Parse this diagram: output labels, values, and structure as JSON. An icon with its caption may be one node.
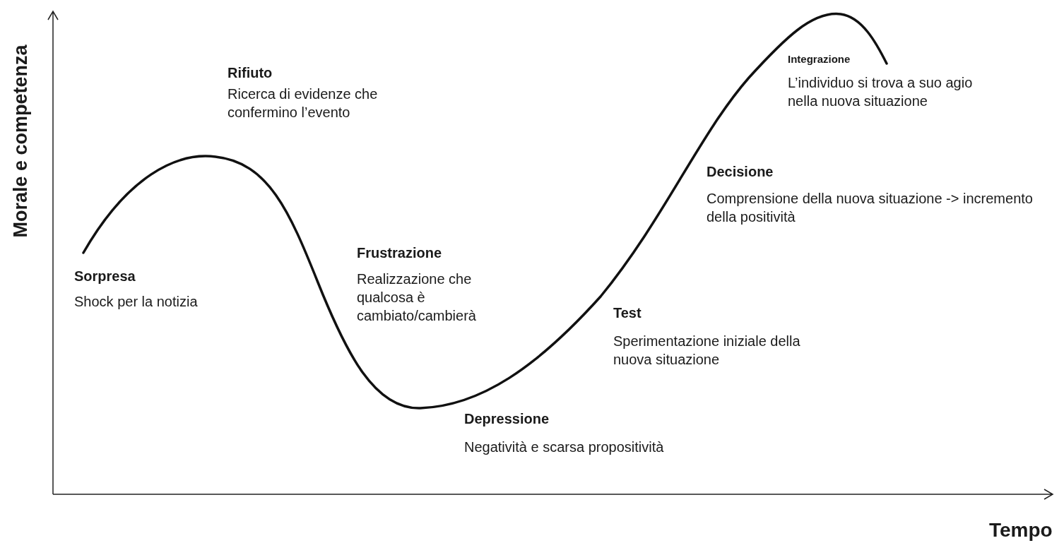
{
  "diagram": {
    "labels": [
      "Morale e competenza",
      "Sorpresa",
      "Shock per la notizia",
      "Rifiuto",
      "Ricerca di evidenze che confermino l’evento",
      "Frustrazione",
      "Realizzazione che qualcosa è cambiato/cambierà",
      "Depressione",
      "Negatività e scarsa propositività",
      "Test",
      "Sperimentazione iniziale della nuova situazione",
      "Decisione",
      "Comprensione della nuova situazione -> incremento della positività",
      "Integrazione",
      "L’individuo si trova a suo agio nella nuova situazione",
      "Tempo"
    ]
  }
}
